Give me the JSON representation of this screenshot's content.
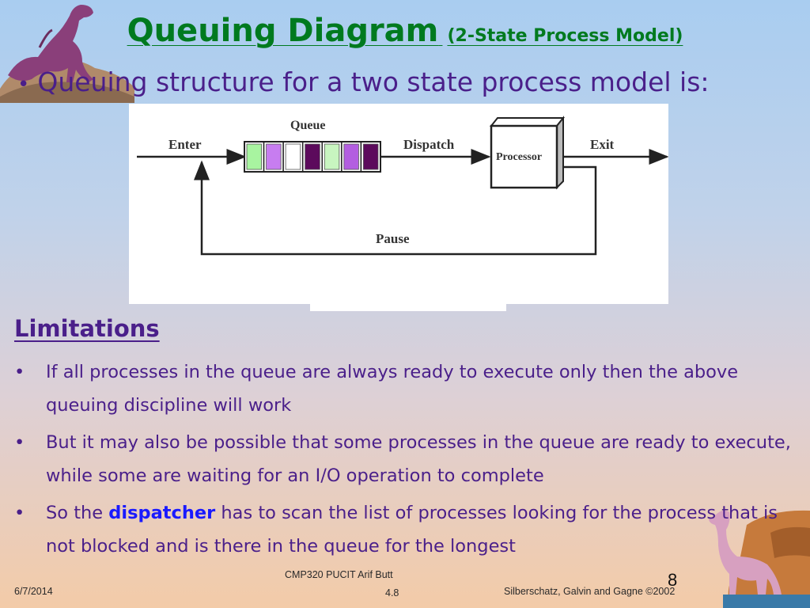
{
  "slide": {
    "title": "Queuing Diagram",
    "subtitle": "(2-State Process Model)",
    "intro": "Queuing structure for a two state process model is:",
    "diagram": {
      "enter": "Enter",
      "queue": "Queue",
      "dispatch": "Dispatch",
      "processor": "Processor",
      "exit": "Exit",
      "pause": "Pause",
      "queue_colors": [
        "#a8f4a0",
        "#c77df0",
        "#ffffff",
        "#5c0a5c",
        "#c8f5c0",
        "#b35ee0",
        "#5c0a5c"
      ]
    },
    "limitations_heading": "Limitations",
    "bullets": [
      {
        "text": "If all processes in the queue are always ready to execute only then the above queuing discipline will work"
      },
      {
        "text": "But it may also be possible that some processes in the queue are ready to execute, while some are waiting for an I/O operation to complete"
      },
      {
        "pre": "So the ",
        "highlight": "dispatcher",
        "post": " has to scan the list of processes looking for the process that is not blocked and is there in the queue for the longest"
      }
    ]
  },
  "footer": {
    "date": "6/7/2014",
    "course": "CMP320   PUCIT   Arif Butt",
    "slide_ref": "4.8",
    "page_number": "8",
    "copyright": "Silberschatz, Galvin and  Gagne ©2002"
  }
}
